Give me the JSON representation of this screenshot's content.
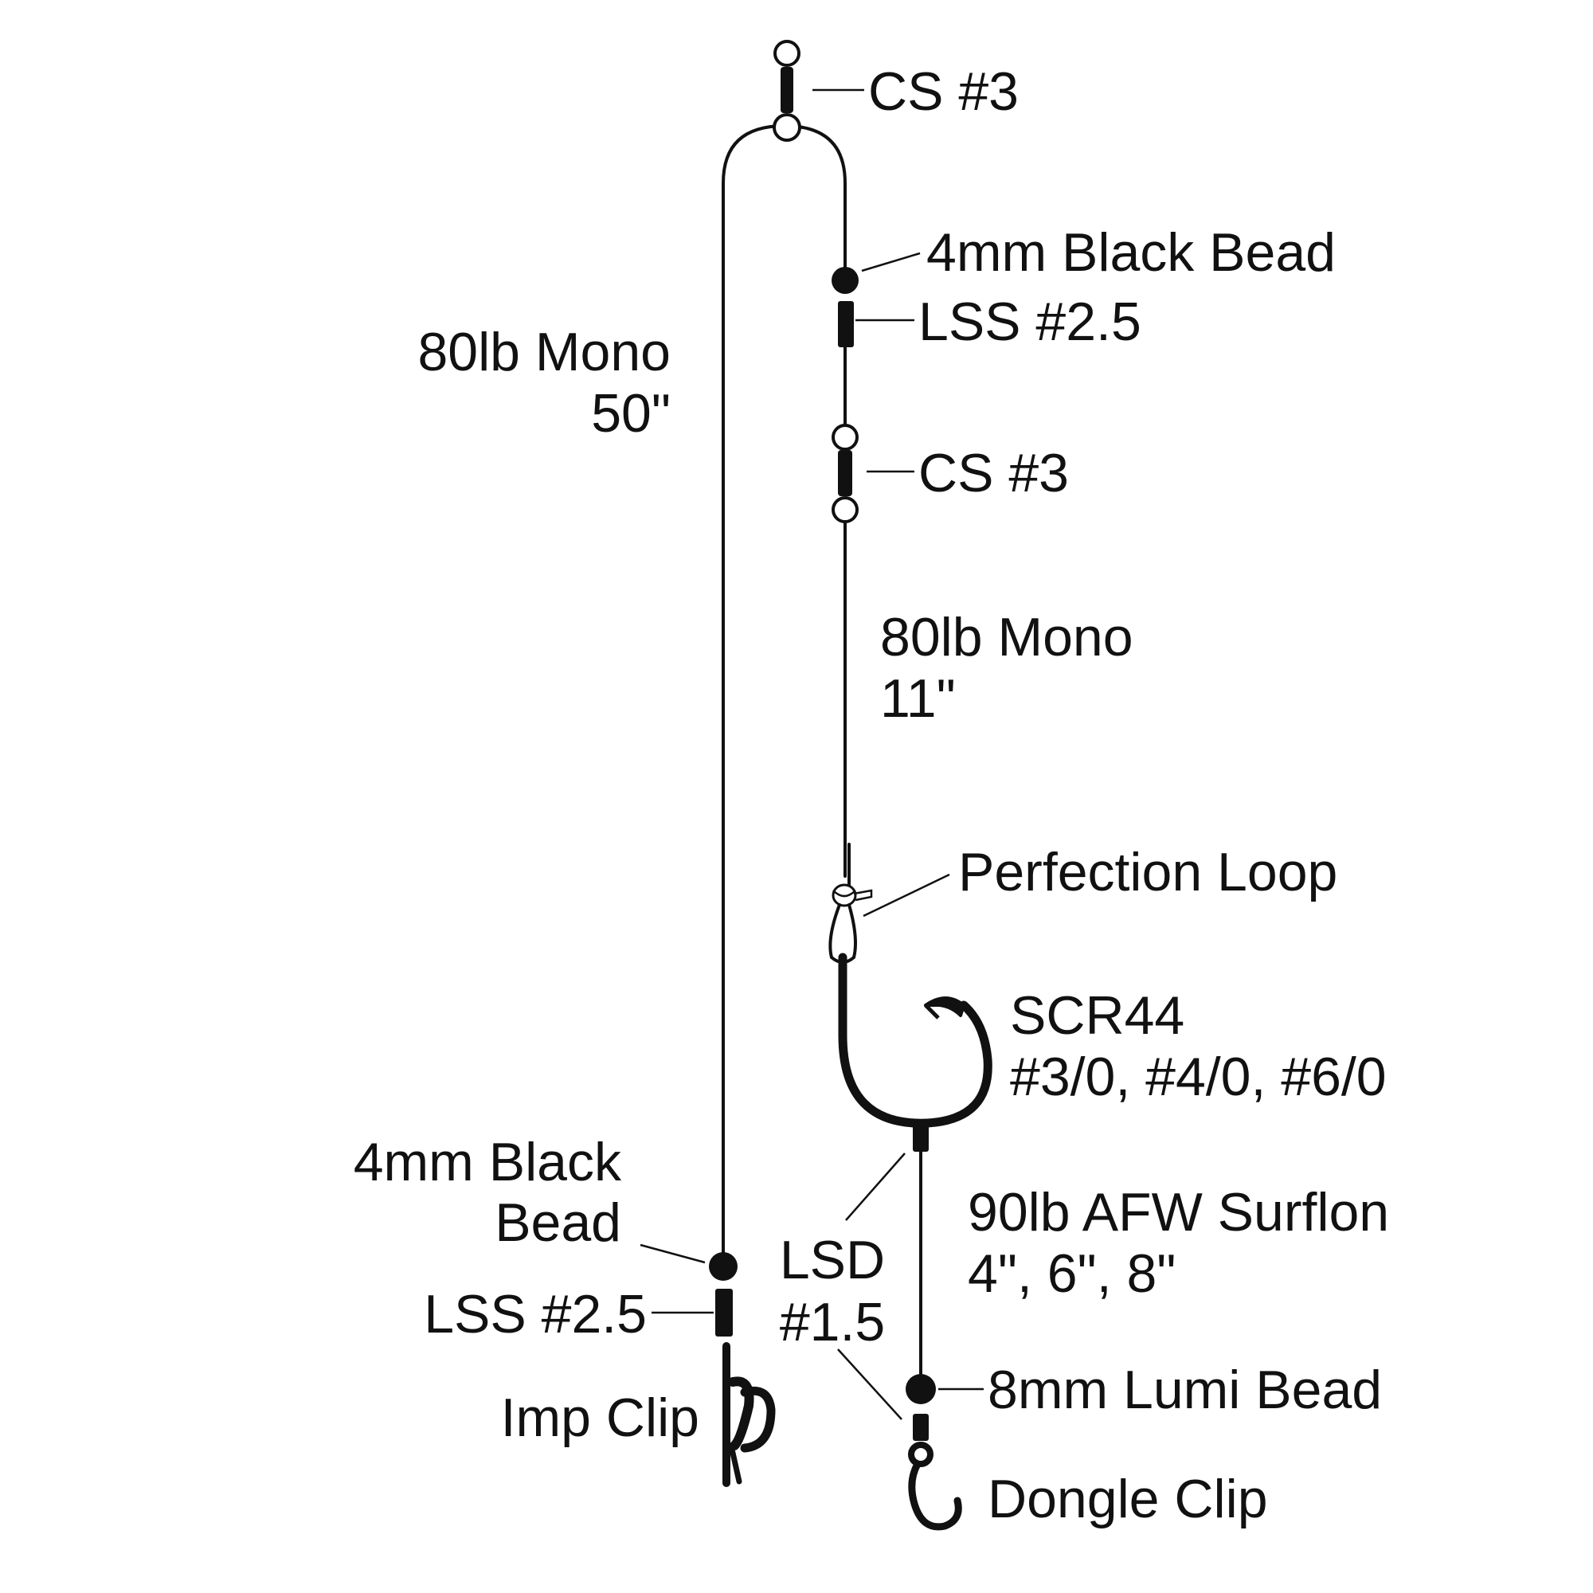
{
  "labels": {
    "top_swivel": "CS #3",
    "upper_bead": "4mm Black Bead",
    "upper_sleeve": "LSS #2.5",
    "mid_swivel": "CS #3",
    "main_line_1": "80lb Mono",
    "main_line_2": "50\"",
    "snood_line_1": "80lb Mono",
    "snood_line_2": "11\"",
    "knot": "Perfection Loop",
    "hook_1": "SCR44",
    "hook_2": "#3/0, #4/0, #6/0",
    "lower_snood_1": "90lb AFW Surflon",
    "lower_snood_2": "4\", 6\", 8\"",
    "lower_bead_1": "4mm Black",
    "lower_bead_2": "Bead",
    "lower_sleeve": "LSS #2.5",
    "lsd_1": "LSD",
    "lsd_2": "#1.5",
    "imp_clip": "Imp Clip",
    "lumi_bead": "8mm Lumi Bead",
    "dongle_clip": "Dongle Clip"
  },
  "colors": {
    "ink": "#111111",
    "background": "#ffffff"
  }
}
